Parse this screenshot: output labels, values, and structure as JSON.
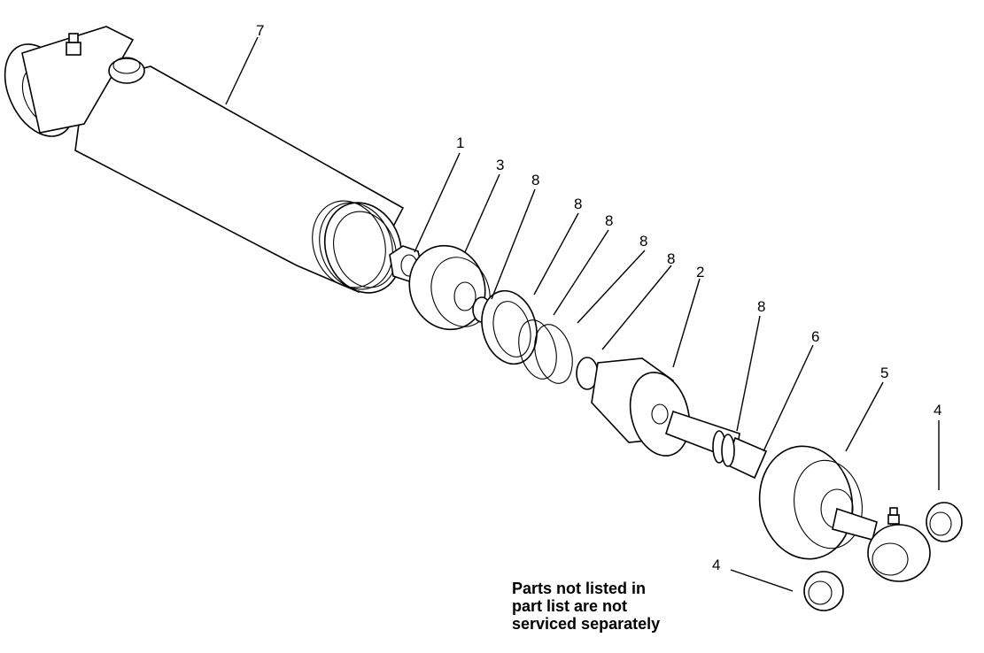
{
  "callouts": {
    "c1": "1",
    "c2": "2",
    "c3": "3",
    "c4a": "4",
    "c4b": "4",
    "c5": "5",
    "c6": "6",
    "c7": "7",
    "c8a": "8",
    "c8b": "8",
    "c8c": "8",
    "c8d": "8",
    "c8e": "8",
    "c8f": "8"
  },
  "note": {
    "line1": "Parts not listed in",
    "line2": "part list are not",
    "line3": "serviced separately"
  }
}
